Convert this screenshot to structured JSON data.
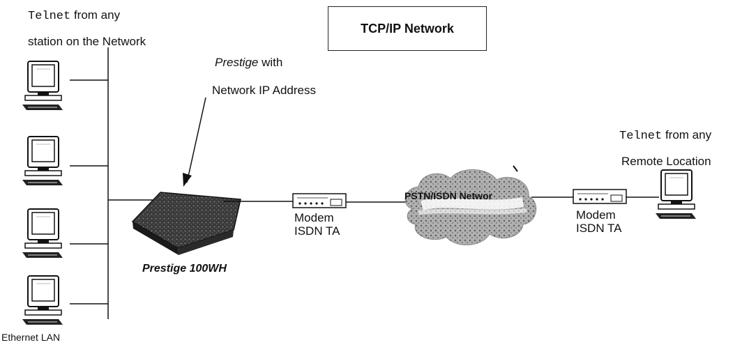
{
  "labels": {
    "lan_telnet_cmd": "Telnet",
    "lan_telnet_rest": " from any",
    "lan_station": "station on the Network",
    "network_title": "TCP/IP Network",
    "prestige_italic": "Prestige",
    "prestige_rest": " with",
    "network_ip": "Network IP Address",
    "remote_telnet_cmd": "Telnet",
    "remote_telnet_rest": " from any",
    "remote_location": "Remote Location",
    "cloud_label": "PSTN/ISDN Networ",
    "modem_left_line1": "Modem",
    "modem_left_line2": "ISDN TA",
    "modem_right_line1": "Modem",
    "modem_right_line2": "ISDN TA",
    "router_name": "Prestige 100WH",
    "ethernet_lan": "Ethernet LAN"
  },
  "colors": {
    "line": "#111111",
    "device_dark": "#2a2a2a",
    "cloud_gray": "#9a9a9a"
  },
  "icons": [
    "computer-icon",
    "router-icon",
    "modem-icon",
    "cloud-icon"
  ]
}
